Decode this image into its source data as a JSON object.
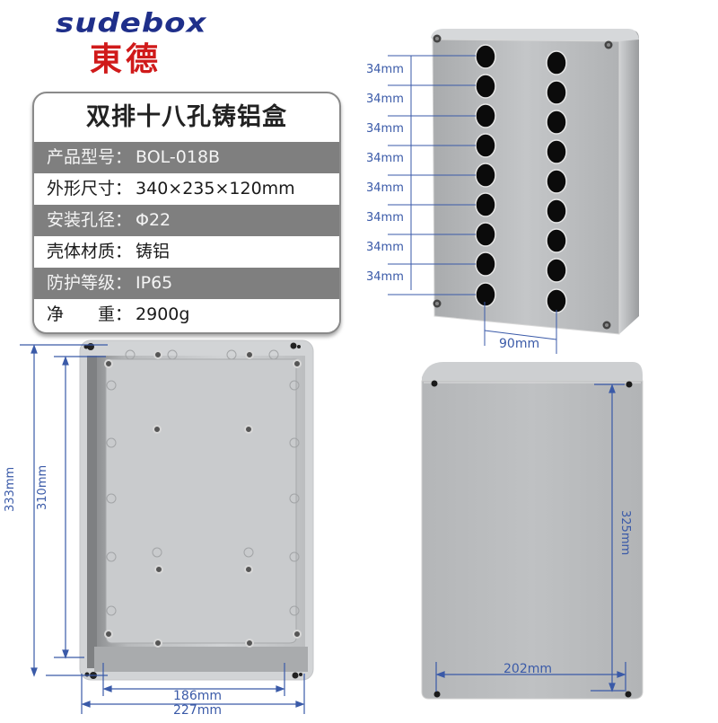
{
  "brand": {
    "name_en": "sudebox",
    "name_cn": "東德",
    "color_en": "#1f2f8a",
    "color_cn": "#d01a1a"
  },
  "spec_card": {
    "title": "双排十八孔铸铝盒",
    "rows": [
      {
        "label": "产品型号：",
        "value": "BOL-018B",
        "style": "dark"
      },
      {
        "label": "外形尺寸：",
        "value": "340×235×120mm",
        "style": "light"
      },
      {
        "label": "安装孔径：",
        "value": "Φ22",
        "style": "dark"
      },
      {
        "label": "壳体材质：",
        "value": "铸铝",
        "style": "light"
      },
      {
        "label": "防护等级：",
        "value": "IP65",
        "style": "dark"
      },
      {
        "label": "净　　重：",
        "value": "2900g",
        "style": "light"
      }
    ]
  },
  "front_view": {
    "hole_count": 18,
    "rows": 9,
    "columns": 2,
    "hole_spacing_labels": [
      "34mm",
      "34mm",
      "34mm",
      "34mm",
      "34mm",
      "34mm",
      "34mm",
      "34mm"
    ],
    "column_spacing_label": "90mm"
  },
  "open_view": {
    "outer_height_label": "333mm",
    "inner_height_label": "310mm",
    "inner_width_label": "186mm",
    "outer_width_label": "227mm"
  },
  "lid_view": {
    "mount_height_label": "325mm",
    "mount_width_label": "202mm"
  },
  "colors": {
    "dimension_line": "#3a5aa8",
    "card_dark_row": "#7f7f7f",
    "aluminum": "#b9bbbd"
  }
}
